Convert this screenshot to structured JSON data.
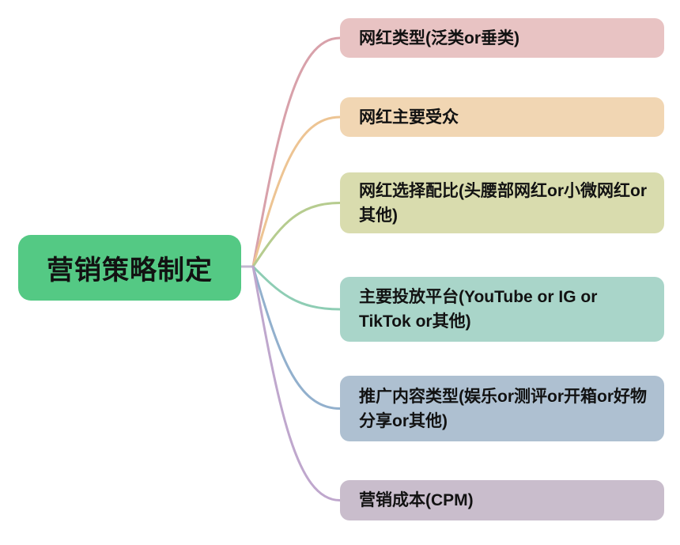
{
  "root": {
    "label": "营销策略制定",
    "fill": "#54c984",
    "text_color": "#121212"
  },
  "branches": [
    {
      "label": "网红类型(泛类or垂类)",
      "fill": "#e8c3c3",
      "line": "#d8a1aa"
    },
    {
      "label": "网红主要受众",
      "fill": "#f1d6b3",
      "line": "#edc493"
    },
    {
      "label": "网红选择配比(头腰部网红or小微网红or其他)",
      "fill": "#d9dcae",
      "line": "#b6cc8f"
    },
    {
      "label": "主要投放平台(YouTube or IG or TikTok or其他)",
      "fill": "#a9d5c9",
      "line": "#8ecdb4"
    },
    {
      "label": "推广内容类型(娱乐or测评or开箱or好物分享or其他)",
      "fill": "#aec0d1",
      "line": "#92b0cd"
    },
    {
      "label": "营销成本(CPM)",
      "fill": "#c9bdcc",
      "line": "#bfa7cd"
    }
  ],
  "connector": {
    "stub_color": "#c3b8cf"
  },
  "canvas_background": "#ffffff"
}
